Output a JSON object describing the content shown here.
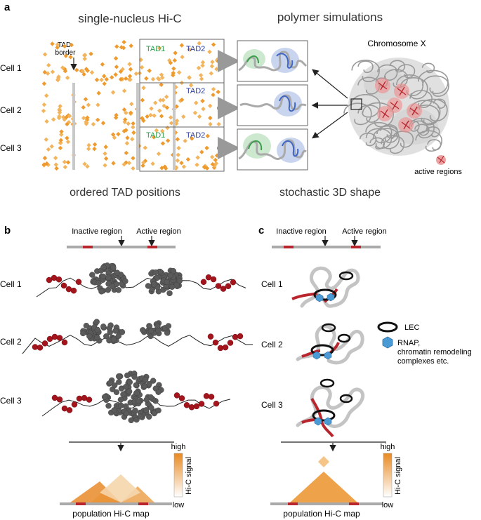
{
  "panel_a": {
    "label": "a",
    "title_left": "single-nucleus Hi-C",
    "title_right": "polymer simulations",
    "caption_left": "ordered TAD positions",
    "caption_right": "stochastic 3D shape",
    "tad_border_line1": "TAD",
    "tad_border_line2": "border",
    "cells": [
      "Cell 1",
      "Cell 2",
      "Cell 3"
    ],
    "tad1": "TAD1",
    "tad2": "TAD2",
    "chromosome": "Chromosome X",
    "active_regions": "active regions",
    "colors": {
      "hic": "#ee9a2e",
      "tad1": "#2e9e4f",
      "tad2": "#2c3e9c",
      "active": "#e06a6a",
      "gray_frame": "#777777"
    }
  },
  "panel_b": {
    "label": "b",
    "inactive": "Inactive region",
    "active": "Active region",
    "cells": [
      "Cell 1",
      "Cell 2",
      "Cell 3"
    ],
    "legend_high": "high",
    "legend_low": "low",
    "legend_title": "Hi-C signal",
    "map_label": "population Hi-C map",
    "colors": {
      "active_bead": "#a4141c",
      "inactive_bead": "#555555"
    }
  },
  "panel_c": {
    "label": "c",
    "inactive": "Inactive region",
    "active": "Active region",
    "cells": [
      "Cell 1",
      "Cell 2",
      "Cell 3"
    ],
    "legend_lec": "LEC",
    "legend_rnap_1": "RNAP,",
    "legend_rnap_2": "chromatin remodeling",
    "legend_rnap_3": "complexes etc.",
    "legend_high": "high",
    "legend_low": "low",
    "legend_title": "Hi-C signal",
    "map_label": "population Hi-C map",
    "colors": {
      "rnap": "#4a9ad6",
      "red_segment": "#b9252d"
    }
  }
}
